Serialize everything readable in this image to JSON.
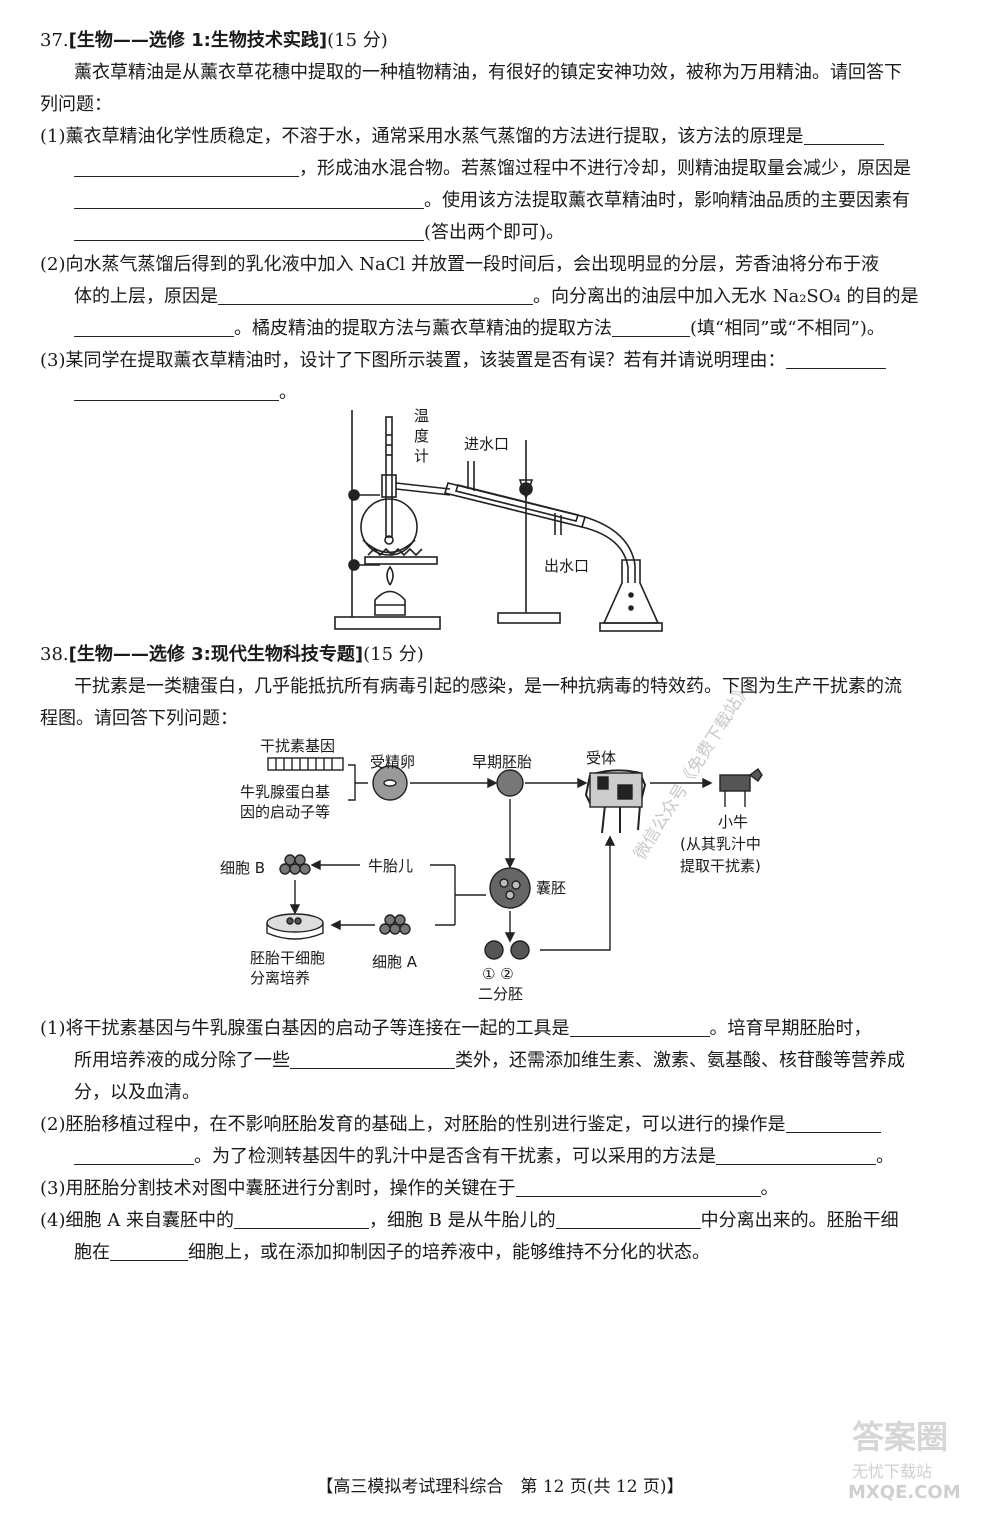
{
  "q37": {
    "header_num": "37.",
    "header_bracket": "[生物——选修 1:生物技术实践]",
    "header_score": "(15 分)",
    "intro_1": "薰衣草精油是从薰衣草花穗中提取的一种植物精油，有很好的镇定安神功效，被称为万用精油。请回答下",
    "intro_2": "列问题：",
    "p1_1": "(1)薰衣草精油化学性质稳定，不溶于水，通常采用水蒸气蒸馏的方法进行提取，该方法的原理是",
    "p1_2": "，形成油水混合物。若蒸馏过程中不进行冷却，则精油提取量会减少，原因是",
    "p1_3": "。使用该方法提取薰衣草精油时，影响精油品质的主要因素有",
    "p1_4": "(答出两个即可)。",
    "p2_1": "(2)向水蒸气蒸馏后得到的乳化液中加入 NaCl 并放置一段时间后，会出现明显的分层，芳香油将分布于液",
    "p2_2a": "体的上层，原因是",
    "p2_2b": "。向分离出的油层中加入无水 Na₂SO₄ 的目的是",
    "p2_3a": "。橘皮精油的提取方法与薰衣草精油的提取方法",
    "p2_3b": "(填“相同”或“不相同”)。",
    "p3_1": "(3)某同学在提取薰衣草精油时，设计了下图所示装置，该装置是否有误？若有并请说明理由：",
    "p3_2": "。",
    "fig_thermo_1": "温",
    "fig_thermo_2": "度",
    "fig_thermo_3": "计",
    "fig_water_in": "进水口",
    "fig_water_out": "出水口"
  },
  "q38": {
    "header_num": "38.",
    "header_bracket": "[生物——选修 3:现代生物科技专题]",
    "header_score": "(15 分)",
    "intro_1": "干扰素是一类糖蛋白，几乎能抵抗所有病毒引起的感染，是一种抗病毒的特效药。下图为生产干扰素的流",
    "intro_2": "程图。请回答下列问题：",
    "fig": {
      "gene": "干扰素基因",
      "promoter_1": "牛乳腺蛋白基",
      "promoter_2": "因的启动子等",
      "egg": "受精卵",
      "early_embryo": "早期胚胎",
      "recipient": "受体",
      "calf": "小牛",
      "milk_1": "(从其乳汁中",
      "milk_2": "提取干扰素)",
      "fetus": "牛胎儿",
      "cell_b": "细胞 B",
      "blastocyst": "囊胚",
      "culture_1": "胚胎干细胞",
      "culture_2": "分离培养",
      "cell_a": "细胞 A",
      "twin_nums": "① ②",
      "twin_label": "二分胚"
    },
    "p1_1a": "(1)将干扰素基因与牛乳腺蛋白基因的启动子等连接在一起的工具是",
    "p1_1b": "。培育早期胚胎时，",
    "p1_2a": "所用培养液的成分除了一些",
    "p1_2b": "类外，还需添加维生素、激素、氨基酸、核苷酸等营养成",
    "p1_3": "分，以及血清。",
    "p2_1": "(2)胚胎移植过程中，在不影响胚胎发育的基础上，对胚胎的性别进行鉴定，可以进行的操作是",
    "p2_2a": "。为了检测转基因牛的乳汁中是否含有干扰素，可以采用的方法是",
    "p2_2b": "。",
    "p3_1": "(3)用胚胎分割技术对图中囊胚进行分割时，操作的关键在于",
    "p3_2": "。",
    "p4_1a": "(4)细胞 A 来自囊胚中的",
    "p4_1b": "，细胞 B 是从牛胎儿的",
    "p4_1c": "中分离出来的。胚胎干细",
    "p4_2a": "胞在",
    "p4_2b": "细胞上，或在添加抑制因子的培养液中，能够维持不分化的状态。"
  },
  "watermark": {
    "diagonal": "微信公众号《免费下载站》",
    "corner_1": "答案圈",
    "corner_2": "无忧下载站",
    "corner_3": "MXQE.COM"
  },
  "footer": "【高三模拟考试理科综合　第 12 页(共 12 页)】"
}
